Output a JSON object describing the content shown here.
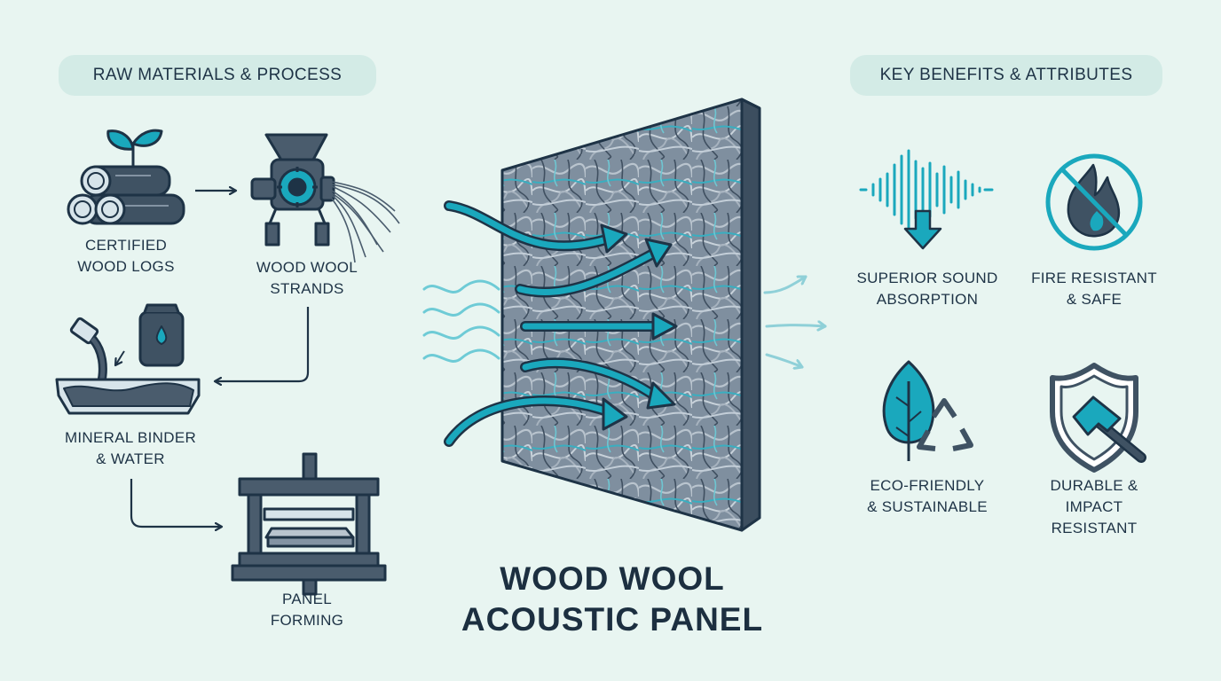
{
  "headers": {
    "left": "RAW MATERIALS & PROCESS",
    "right": "KEY BENEFITS & ATTRIBUTES"
  },
  "process": {
    "logs": [
      "CERTIFIED",
      "WOOD LOGS"
    ],
    "strands": [
      "WOOD WOOL",
      "STRANDS"
    ],
    "binder": [
      "MINERAL BINDER",
      "& WATER"
    ],
    "forming": [
      "PANEL",
      "FORMING"
    ]
  },
  "title": [
    "WOOD WOOL",
    "ACOUSTIC PANEL"
  ],
  "benefits": {
    "sound": [
      "SUPERIOR SOUND",
      "ABSORPTION"
    ],
    "fire": [
      "FIRE RESISTANT",
      "& SAFE"
    ],
    "eco": [
      "ECO-FRIENDLY",
      "& SUSTAINABLE"
    ],
    "durable": [
      "DURABLE &",
      "IMPACT",
      "RESISTANT"
    ]
  },
  "colors": {
    "background": "#e8f5f1",
    "pill": "#d3ebe6",
    "navy": "#1e3346",
    "slate": "#5a6b7c",
    "accent": "#1aa8bd",
    "panel": "#8a98a6"
  }
}
